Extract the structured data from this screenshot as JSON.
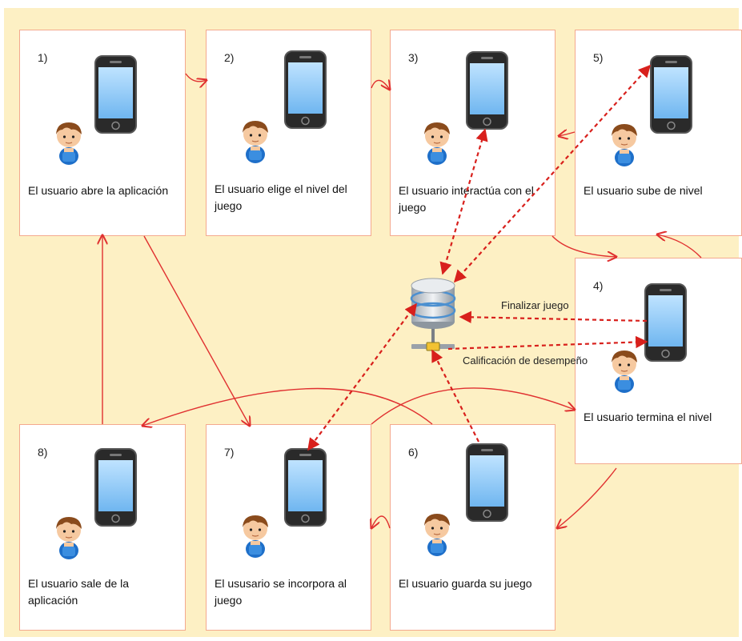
{
  "steps": [
    {
      "num": "1)",
      "text": "El  usuario abre la aplicación"
    },
    {
      "num": "2)",
      "text": "El  usuario elige el nivel del juego"
    },
    {
      "num": "3)",
      "text": "El usuario interactúa con el juego"
    },
    {
      "num": "5)",
      "text": "El usuario sube de nivel"
    },
    {
      "num": "4)",
      "text": "El usuario termina el nivel"
    },
    {
      "num": "8)",
      "text": "El  usuario sale de la aplicación"
    },
    {
      "num": "7)",
      "text": "El ususario se incorpora al juego"
    },
    {
      "num": "6)",
      "text": "El usuario guarda su juego"
    }
  ],
  "labels": {
    "finalize": "Finalizar juego",
    "rating": "Calificación de desempeño"
  },
  "colors": {
    "background": "#fdf0c4",
    "card_border": "#f4a98e",
    "arrow": "#e03030"
  },
  "icons": [
    "smartphone-icon",
    "user-avatar-icon",
    "database-server-icon"
  ]
}
